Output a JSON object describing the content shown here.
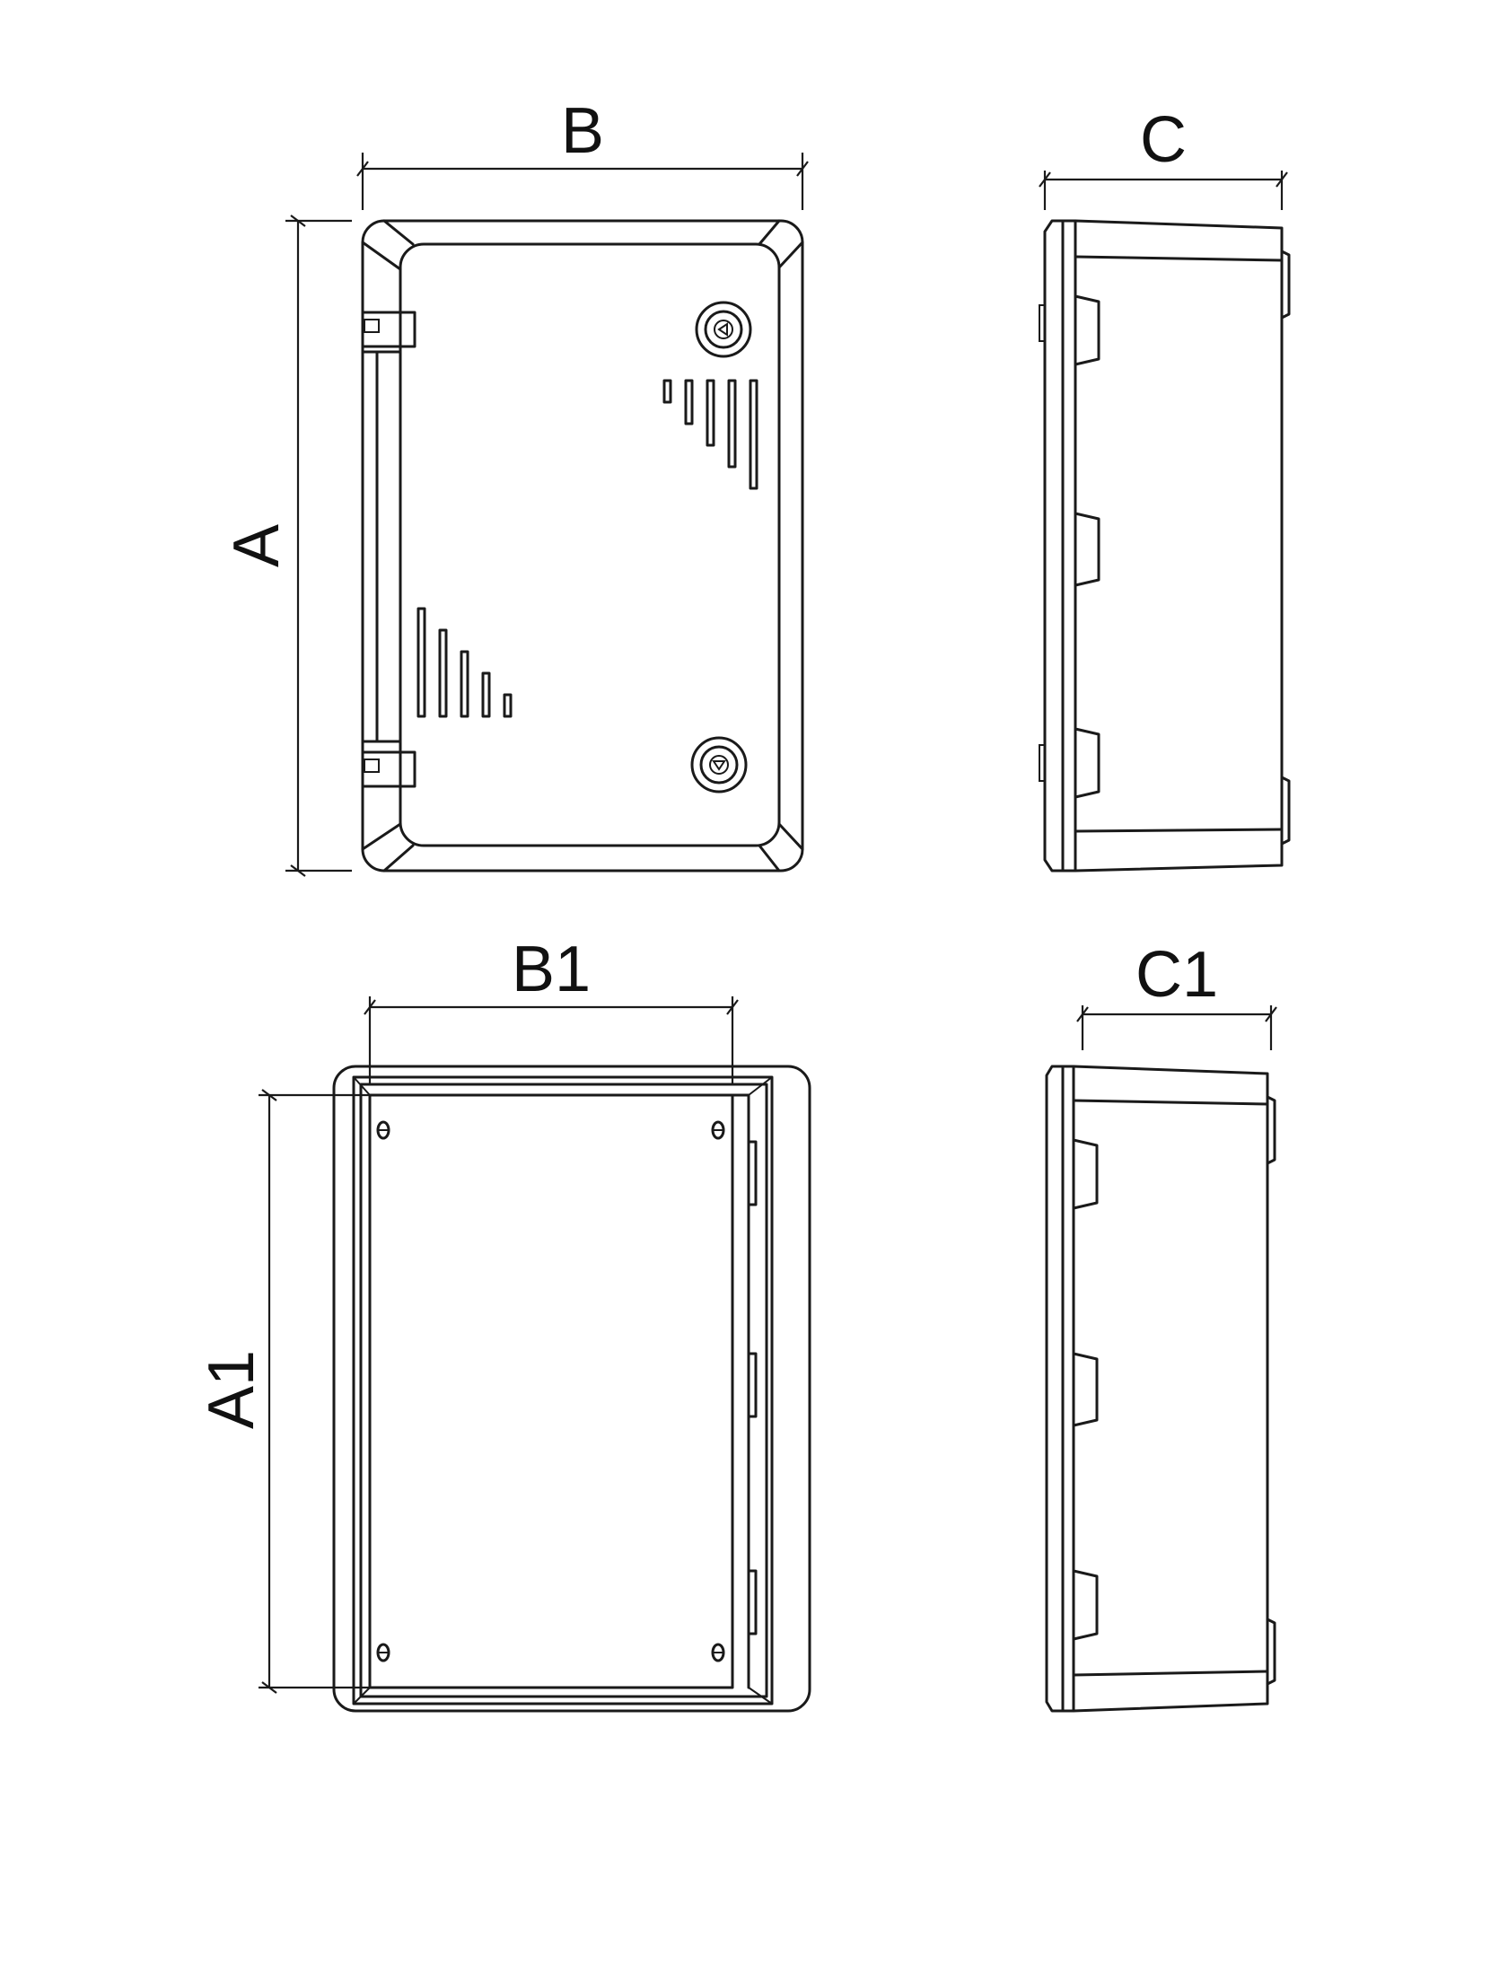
{
  "labels": {
    "front_width": "B",
    "front_height": "A",
    "side_depth": "C",
    "back_width": "B1",
    "back_height": "A1",
    "side2_depth": "C1"
  },
  "colors": {
    "line": "#1a1a1a",
    "background": "#ffffff"
  }
}
